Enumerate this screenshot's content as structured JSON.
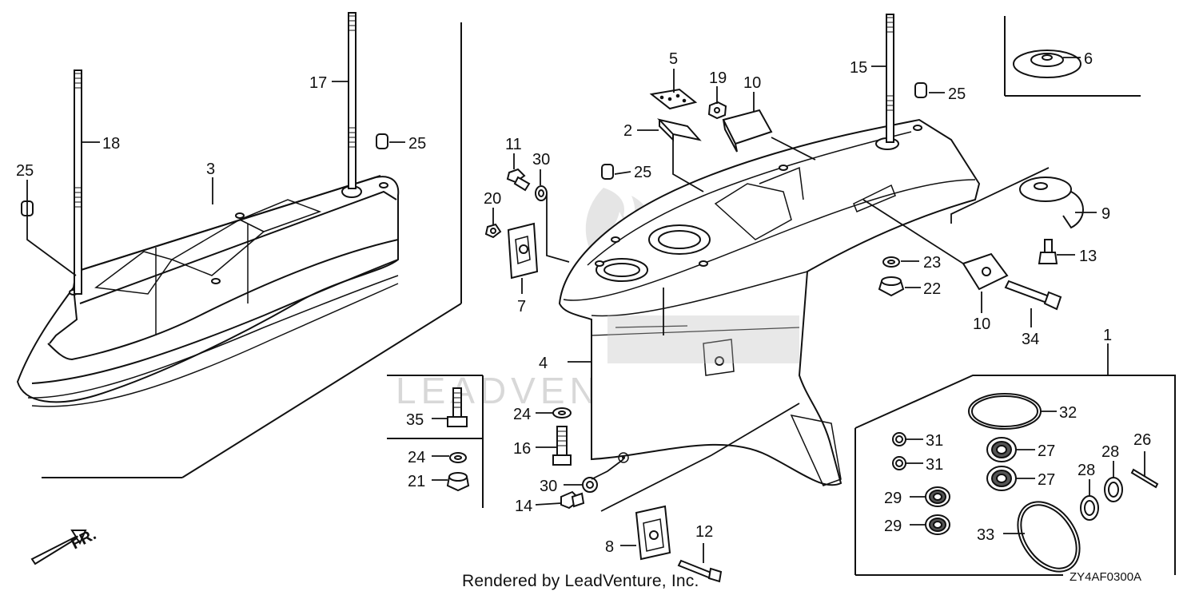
{
  "callouts": [
    {
      "id": "c1",
      "label": "1"
    },
    {
      "id": "c2",
      "label": "2"
    },
    {
      "id": "c3",
      "label": "3"
    },
    {
      "id": "c4",
      "label": "4"
    },
    {
      "id": "c5",
      "label": "5"
    },
    {
      "id": "c6",
      "label": "6"
    },
    {
      "id": "c7",
      "label": "7"
    },
    {
      "id": "c8",
      "label": "8"
    },
    {
      "id": "c9",
      "label": "9"
    },
    {
      "id": "c10a",
      "label": "10"
    },
    {
      "id": "c10b",
      "label": "10"
    },
    {
      "id": "c11",
      "label": "11"
    },
    {
      "id": "c12",
      "label": "12"
    },
    {
      "id": "c13",
      "label": "13"
    },
    {
      "id": "c14",
      "label": "14"
    },
    {
      "id": "c15",
      "label": "15"
    },
    {
      "id": "c16",
      "label": "16"
    },
    {
      "id": "c17",
      "label": "17"
    },
    {
      "id": "c18",
      "label": "18"
    },
    {
      "id": "c19",
      "label": "19"
    },
    {
      "id": "c20",
      "label": "20"
    },
    {
      "id": "c21",
      "label": "21"
    },
    {
      "id": "c22",
      "label": "22"
    },
    {
      "id": "c23",
      "label": "23"
    },
    {
      "id": "c24a",
      "label": "24"
    },
    {
      "id": "c24b",
      "label": "24"
    },
    {
      "id": "c25a",
      "label": "25"
    },
    {
      "id": "c25b",
      "label": "25"
    },
    {
      "id": "c25c",
      "label": "25"
    },
    {
      "id": "c25d",
      "label": "25"
    },
    {
      "id": "c26",
      "label": "26"
    },
    {
      "id": "c27a",
      "label": "27"
    },
    {
      "id": "c27b",
      "label": "27"
    },
    {
      "id": "c28a",
      "label": "28"
    },
    {
      "id": "c28b",
      "label": "28"
    },
    {
      "id": "c29a",
      "label": "29"
    },
    {
      "id": "c29b",
      "label": "29"
    },
    {
      "id": "c30a",
      "label": "30"
    },
    {
      "id": "c30b",
      "label": "30"
    },
    {
      "id": "c31a",
      "label": "31"
    },
    {
      "id": "c31b",
      "label": "31"
    },
    {
      "id": "c32",
      "label": "32"
    },
    {
      "id": "c33",
      "label": "33"
    },
    {
      "id": "c34",
      "label": "34"
    },
    {
      "id": "c35",
      "label": "35"
    }
  ],
  "direction_label": "FR.",
  "watermark": {
    "brand_text": "LEADVENTURE"
  },
  "footer": {
    "credit": "Rendered by LeadVenture, Inc.",
    "diagram_code": "ZY4AF0300A"
  },
  "colors": {
    "ink": "#111111",
    "watermark": "#cfcfcf",
    "paper": "#ffffff"
  }
}
